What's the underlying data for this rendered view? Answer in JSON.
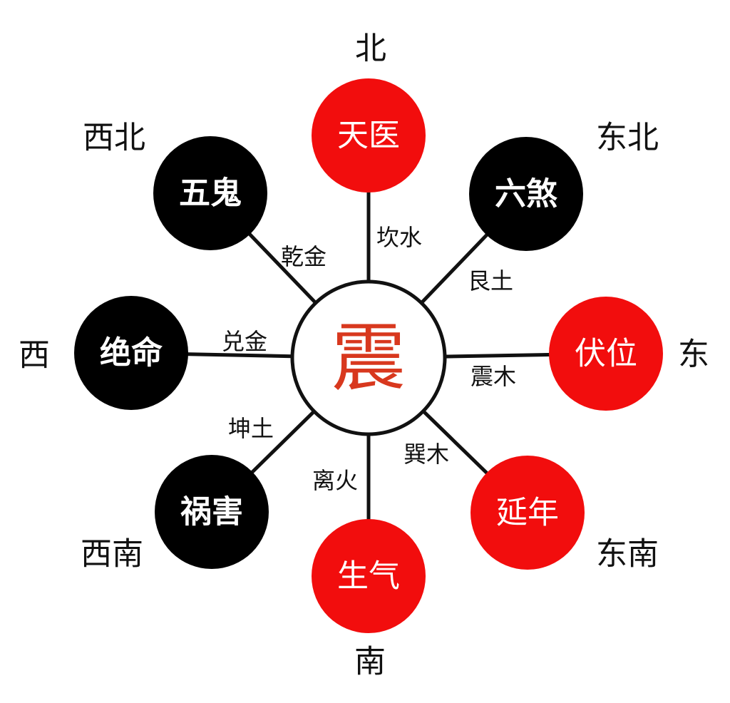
{
  "center": {
    "label": "震",
    "color": "#d8381e"
  },
  "colors": {
    "red": "#f20d0d",
    "black": "#000000",
    "red_text": "#ffffff",
    "black_text": "#ffffff",
    "line": "#111111"
  },
  "nodes": [
    {
      "id": "north",
      "direction": "北",
      "star": "天医",
      "trigram": "坎水",
      "fill": "red"
    },
    {
      "id": "northeast",
      "direction": "东北",
      "star": "六煞",
      "trigram": "艮土",
      "fill": "black"
    },
    {
      "id": "east",
      "direction": "东",
      "star": "伏位",
      "trigram": "震木",
      "fill": "red"
    },
    {
      "id": "southeast",
      "direction": "东南",
      "star": "延年",
      "trigram": "巽木",
      "fill": "red"
    },
    {
      "id": "south",
      "direction": "南",
      "star": "生气",
      "trigram": "离火",
      "fill": "red"
    },
    {
      "id": "southwest",
      "direction": "西南",
      "star": "祸害",
      "trigram": "坤土",
      "fill": "black"
    },
    {
      "id": "west",
      "direction": "西",
      "star": "绝命",
      "trigram": "兑金",
      "fill": "black"
    },
    {
      "id": "northwest",
      "direction": "西北",
      "star": "五鬼",
      "trigram": "乾金",
      "fill": "black"
    }
  ]
}
